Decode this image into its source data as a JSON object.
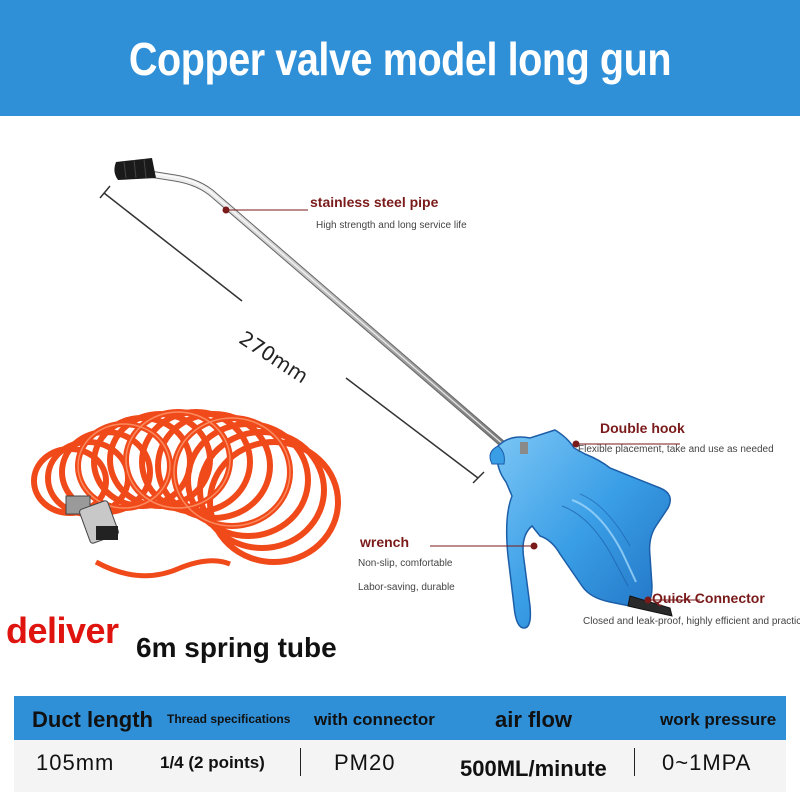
{
  "banner": {
    "title": "Copper valve model long gun"
  },
  "diagram": {
    "dimension": "270mm",
    "callouts": {
      "pipe": {
        "title": "stainless steel pipe",
        "sub": "High strength and long service life"
      },
      "hook": {
        "title": "Double hook",
        "sub": "Flexible placement, take and use as needed"
      },
      "wrench": {
        "title": "wrench",
        "sub1": "Non-slip, comfortable",
        "sub2": "Labor-saving, durable"
      },
      "connector": {
        "title": "Quick Connector",
        "sub": "Closed and leak-proof, highly efficient and practical"
      }
    },
    "deliver": "deliver",
    "tube": "6m spring tube",
    "colors": {
      "banner": "#2f90d8",
      "gun": "#3aa0e8",
      "hose": "#f04a1a",
      "callout": "#7a1a1a",
      "deliver": "#e0140e"
    }
  },
  "specs": {
    "headers": [
      "Duct length",
      "Thread specifications",
      "with connector",
      "air flow",
      "work pressure"
    ],
    "values": [
      "105mm",
      "1/4 (2 points)",
      "PM20",
      "500ML/minute",
      "0~1MPA"
    ]
  }
}
